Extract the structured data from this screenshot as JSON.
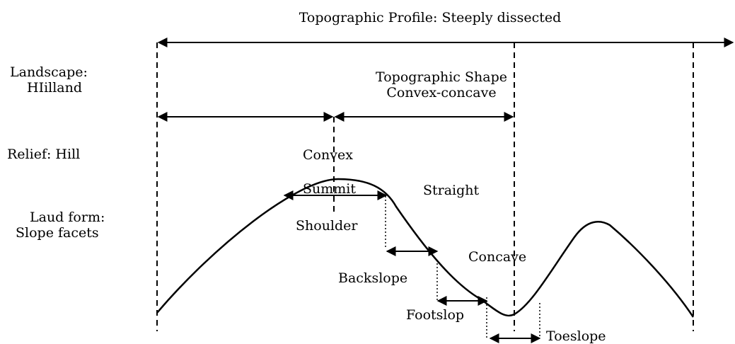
{
  "title": "Topographic Profile: Steeply dissected",
  "landscape": {
    "line1": "Landscape:",
    "line2": "HIilland"
  },
  "relief": "Relief: Hill",
  "landform": {
    "line1": "Laud form:",
    "line2": "Slope facets"
  },
  "shape": {
    "line1": "Topographic Shape",
    "line2": "Convex-concave"
  },
  "segments": {
    "convex": "Convex",
    "straight": "Straight",
    "concave": "Concave"
  },
  "facets": {
    "summit": "Summit",
    "shoulder": "Shoulder",
    "backslope": "Backslope",
    "footslope": "Footslop",
    "toeslope": "Toeslope"
  }
}
